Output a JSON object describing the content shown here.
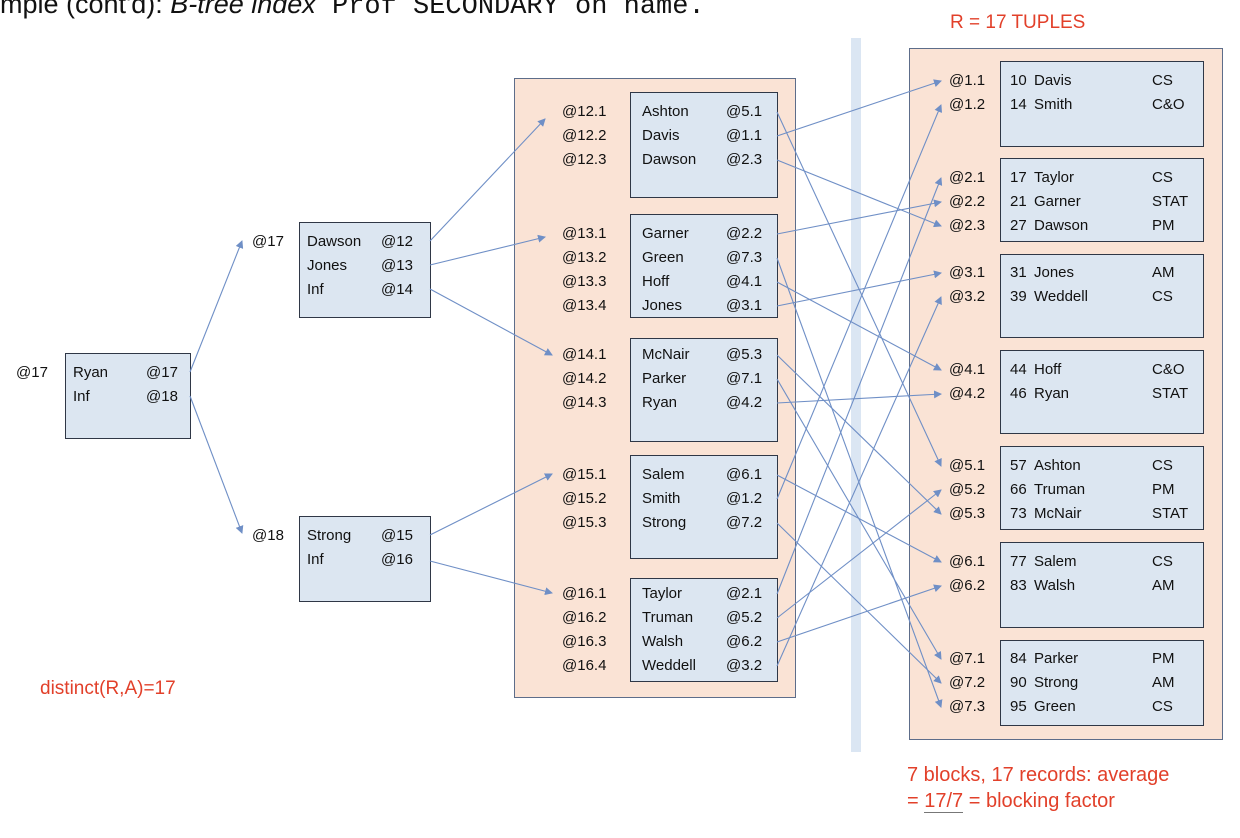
{
  "title": {
    "prefix": "mple (cont'd): ",
    "italic": "B-tree index",
    "mono": " Prof SECONDARY on",
    "mono2": " name."
  },
  "labels": {
    "r_tuples": "R = 17 TUPLES",
    "distinct": "distinct(R,A)=17",
    "note_line1": "7 blocks, 17 records: average",
    "note_eq": "= ",
    "note_frac": "17/7",
    "note_rest": " = blocking factor"
  },
  "root": {
    "ptr": "@17",
    "rows": [
      [
        "Ryan",
        "@17"
      ],
      [
        "Inf",
        "@18"
      ]
    ]
  },
  "level1": [
    {
      "ptr": "@17",
      "rows": [
        [
          "Dawson",
          "@12"
        ],
        [
          "Jones",
          "@13"
        ],
        [
          "Inf",
          "@14"
        ]
      ]
    },
    {
      "ptr": "@18",
      "rows": [
        [
          "Strong",
          "@15"
        ],
        [
          "Inf",
          "@16"
        ]
      ]
    }
  ],
  "leaves": [
    {
      "ptrs": [
        "@12.1",
        "@12.2",
        "@12.3"
      ],
      "rows": [
        [
          "Ashton",
          "@5.1"
        ],
        [
          "Davis",
          "@1.1"
        ],
        [
          "Dawson",
          "@2.3"
        ]
      ]
    },
    {
      "ptrs": [
        "@13.1",
        "@13.2",
        "@13.3",
        "@13.4"
      ],
      "rows": [
        [
          "Garner",
          "@2.2"
        ],
        [
          "Green",
          "@7.3"
        ],
        [
          "Hoff",
          "@4.1"
        ],
        [
          "Jones",
          "@3.1"
        ]
      ]
    },
    {
      "ptrs": [
        "@14.1",
        "@14.2",
        "@14.3"
      ],
      "rows": [
        [
          "McNair",
          "@5.3"
        ],
        [
          "Parker",
          "@7.1"
        ],
        [
          "Ryan",
          "@4.2"
        ]
      ]
    },
    {
      "ptrs": [
        "@15.1",
        "@15.2",
        "@15.3"
      ],
      "rows": [
        [
          "Salem",
          "@6.1"
        ],
        [
          "Smith",
          "@1.2"
        ],
        [
          "Strong",
          "@7.2"
        ]
      ]
    },
    {
      "ptrs": [
        "@16.1",
        "@16.2",
        "@16.3",
        "@16.4"
      ],
      "rows": [
        [
          "Taylor",
          "@2.1"
        ],
        [
          "Truman",
          "@5.2"
        ],
        [
          "Walsh",
          "@6.2"
        ],
        [
          "Weddell",
          "@3.2"
        ]
      ]
    }
  ],
  "data_blocks": [
    {
      "ptrs": [
        "@1.1",
        "@1.2"
      ],
      "rows": [
        [
          "10",
          "Davis",
          "CS"
        ],
        [
          "14",
          "Smith",
          "C&O"
        ]
      ]
    },
    {
      "ptrs": [
        "@2.1",
        "@2.2",
        "@2.3"
      ],
      "rows": [
        [
          "17",
          "Taylor",
          "CS"
        ],
        [
          "21",
          "Garner",
          "STAT"
        ],
        [
          "27",
          "Dawson",
          "PM"
        ]
      ]
    },
    {
      "ptrs": [
        "@3.1",
        "@3.2"
      ],
      "rows": [
        [
          "31",
          "Jones",
          "AM"
        ],
        [
          "39",
          "Weddell",
          "CS"
        ]
      ]
    },
    {
      "ptrs": [
        "@4.1",
        "@4.2"
      ],
      "rows": [
        [
          "44",
          "Hoff",
          "C&O"
        ],
        [
          "46",
          "Ryan",
          "STAT"
        ]
      ]
    },
    {
      "ptrs": [
        "@5.1",
        "@5.2",
        "@5.3"
      ],
      "rows": [
        [
          "57",
          "Ashton",
          "CS"
        ],
        [
          "66",
          "Truman",
          "PM"
        ],
        [
          "73",
          "McNair",
          "STAT"
        ]
      ]
    },
    {
      "ptrs": [
        "@6.1",
        "@6.2"
      ],
      "rows": [
        [
          "77",
          "Salem",
          "CS"
        ],
        [
          "83",
          "Walsh",
          "AM"
        ]
      ]
    },
    {
      "ptrs": [
        "@7.1",
        "@7.2",
        "@7.3"
      ],
      "rows": [
        [
          "84",
          "Parker",
          "PM"
        ],
        [
          "90",
          "Strong",
          "AM"
        ],
        [
          "95",
          "Green",
          "CS"
        ]
      ]
    }
  ],
  "colors": {
    "red": "#e2402a",
    "panel": "#fae3d5",
    "block": "#dce6f1",
    "arrow": "#6f8fc6"
  }
}
